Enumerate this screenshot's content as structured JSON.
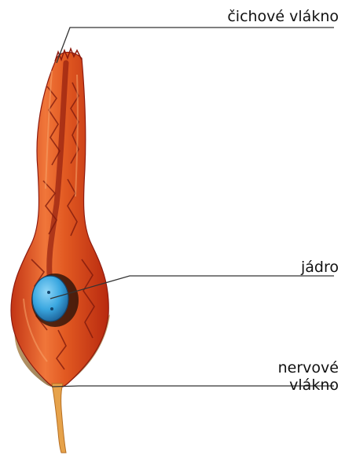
{
  "labels": {
    "olfactory_fiber": "čichové vlákno",
    "nucleus": "jádro",
    "nerve_fiber": "nervové\nvlákno"
  },
  "colors": {
    "cell_body": "#e05722",
    "cell_dark": "#8e1a0e",
    "cell_light": "#f08a4a",
    "nucleus": "#3aa7e0",
    "nucleus_dark": "#1b5f95",
    "sheath": "#b89058",
    "leader_line": "#333333"
  },
  "icons": {
    "cell": "olfactory-receptor-cell-illustration"
  }
}
